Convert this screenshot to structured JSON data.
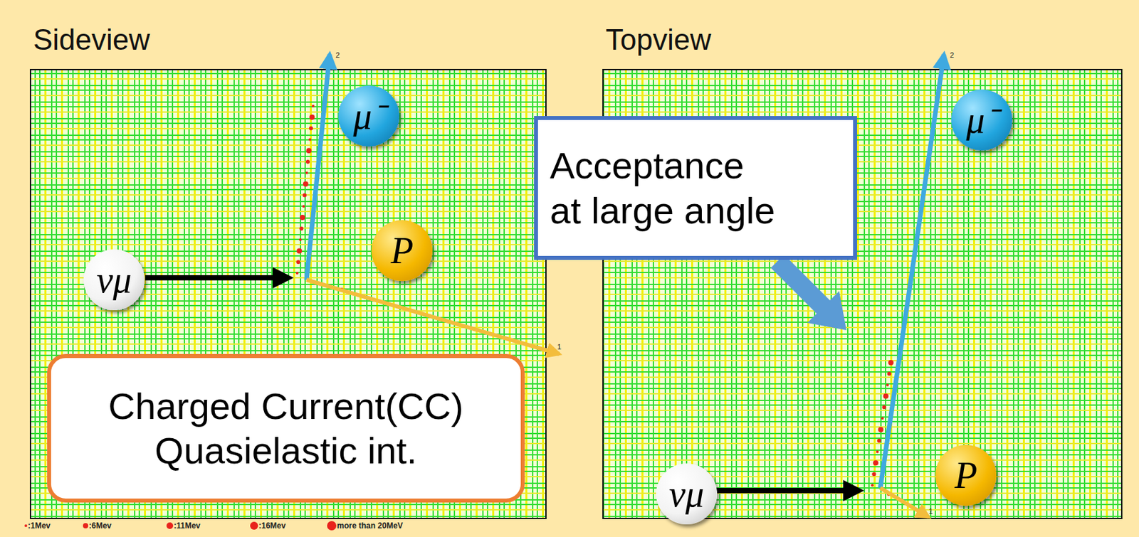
{
  "diagram": {
    "nodes": [
      {
        "text": [
          "Sideview"
        ]
      },
      {
        "text": [
          "μ⁻"
        ],
        "in": 0
      },
      {
        "text": [
          "P"
        ],
        "in": 0
      },
      {
        "text": [
          "νμ"
        ],
        "in": 0
      },
      {
        "text": [
          "Charged Current(CC) Quasielastic int."
        ],
        "in": 0
      },
      {
        "text": [
          "Topview"
        ]
      },
      {
        "text": [
          "μ⁻"
        ],
        "in": 5
      },
      {
        "text": [
          "Acceptance at large angle"
        ]
      },
      {
        "text": [
          "P"
        ],
        "in": 5
      },
      {
        "text": [
          "νμ"
        ],
        "in": 5
      }
    ],
    "labels": [
      "2",
      "1",
      "2",
      "1"
    ],
    "legend": [
      {
        "text": ":1Mev"
      },
      {
        "text": ":6Mev"
      },
      {
        "text": ":11Mev"
      },
      {
        "text": ":16Mev"
      },
      {
        "text": "more than 20MeV"
      }
    ]
  }
}
